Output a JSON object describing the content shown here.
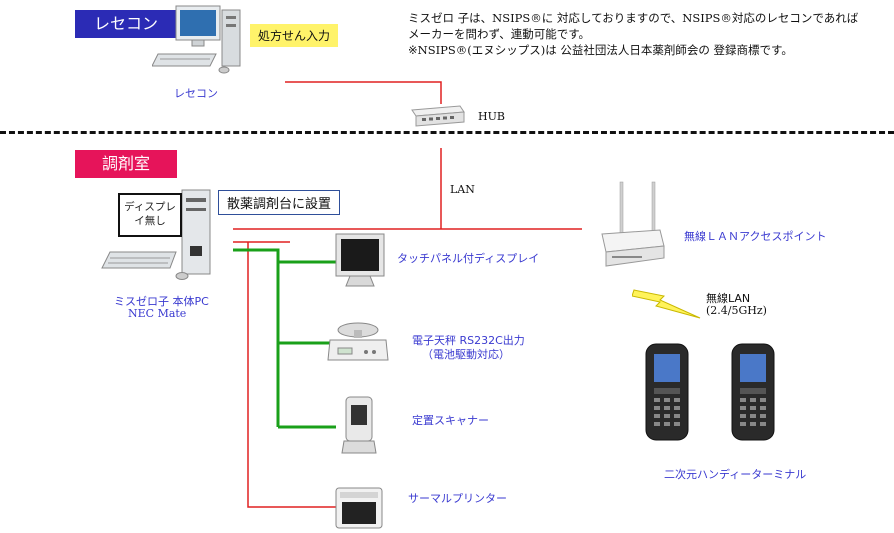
{
  "sections": {
    "recon": "レセコン",
    "chozai": "調剤室"
  },
  "note": {
    "line1": "ミスゼロ 子は、NSIPS®に 対応しておりますので、NSIPS®対応のレセコンであれば",
    "line2": "メーカーを問わず、連動可能です。",
    "line3": "※NSIPS®(エヌシップス)は 公益社団法人日本薬剤師会の 登録商標です。"
  },
  "labels": {
    "prescription_input": "処方せん入力",
    "recon_pc": "レセコン",
    "hub": "HUB",
    "lan": "LAN",
    "display_none": "ディスプレイ無し",
    "install_location": "散薬調剤台に設置",
    "main_pc_line1": "ミスゼロ子 本体PC",
    "main_pc_line2": "NEC Mate",
    "touch_display": "タッチパネル付ディスプレイ",
    "scale_line1": "電子天秤 RS232C出力",
    "scale_line2": "（電池駆動対応）",
    "scanner": "定置スキャナー",
    "printer": "サーマルプリンター",
    "wireless_ap": "無線ＬＡＮアクセスポイント",
    "wireless_lan_line1": "無線LAN",
    "wireless_lan_line2": "(2.4/5GHz)",
    "handy_terminal": "二次元ハンディーターミナル"
  },
  "colors": {
    "recon_label_bg": "#2b2bb5",
    "chozai_label_bg": "#e6145a",
    "lan_line": "#e02020",
    "serial_line": "#1aa01a",
    "caption": "#3a3ad0"
  },
  "icons": {
    "recon_pc": "desktop-pc-icon",
    "hub": "network-hub-icon",
    "main_pc": "desktop-pc-icon",
    "touch_display": "monitor-icon",
    "scale": "electronic-scale-icon",
    "scanner": "barcode-scanner-icon",
    "printer": "thermal-printer-icon",
    "access_point": "wireless-router-icon",
    "lightning": "lightning-bolt-icon",
    "terminal": "handheld-terminal-icon"
  }
}
